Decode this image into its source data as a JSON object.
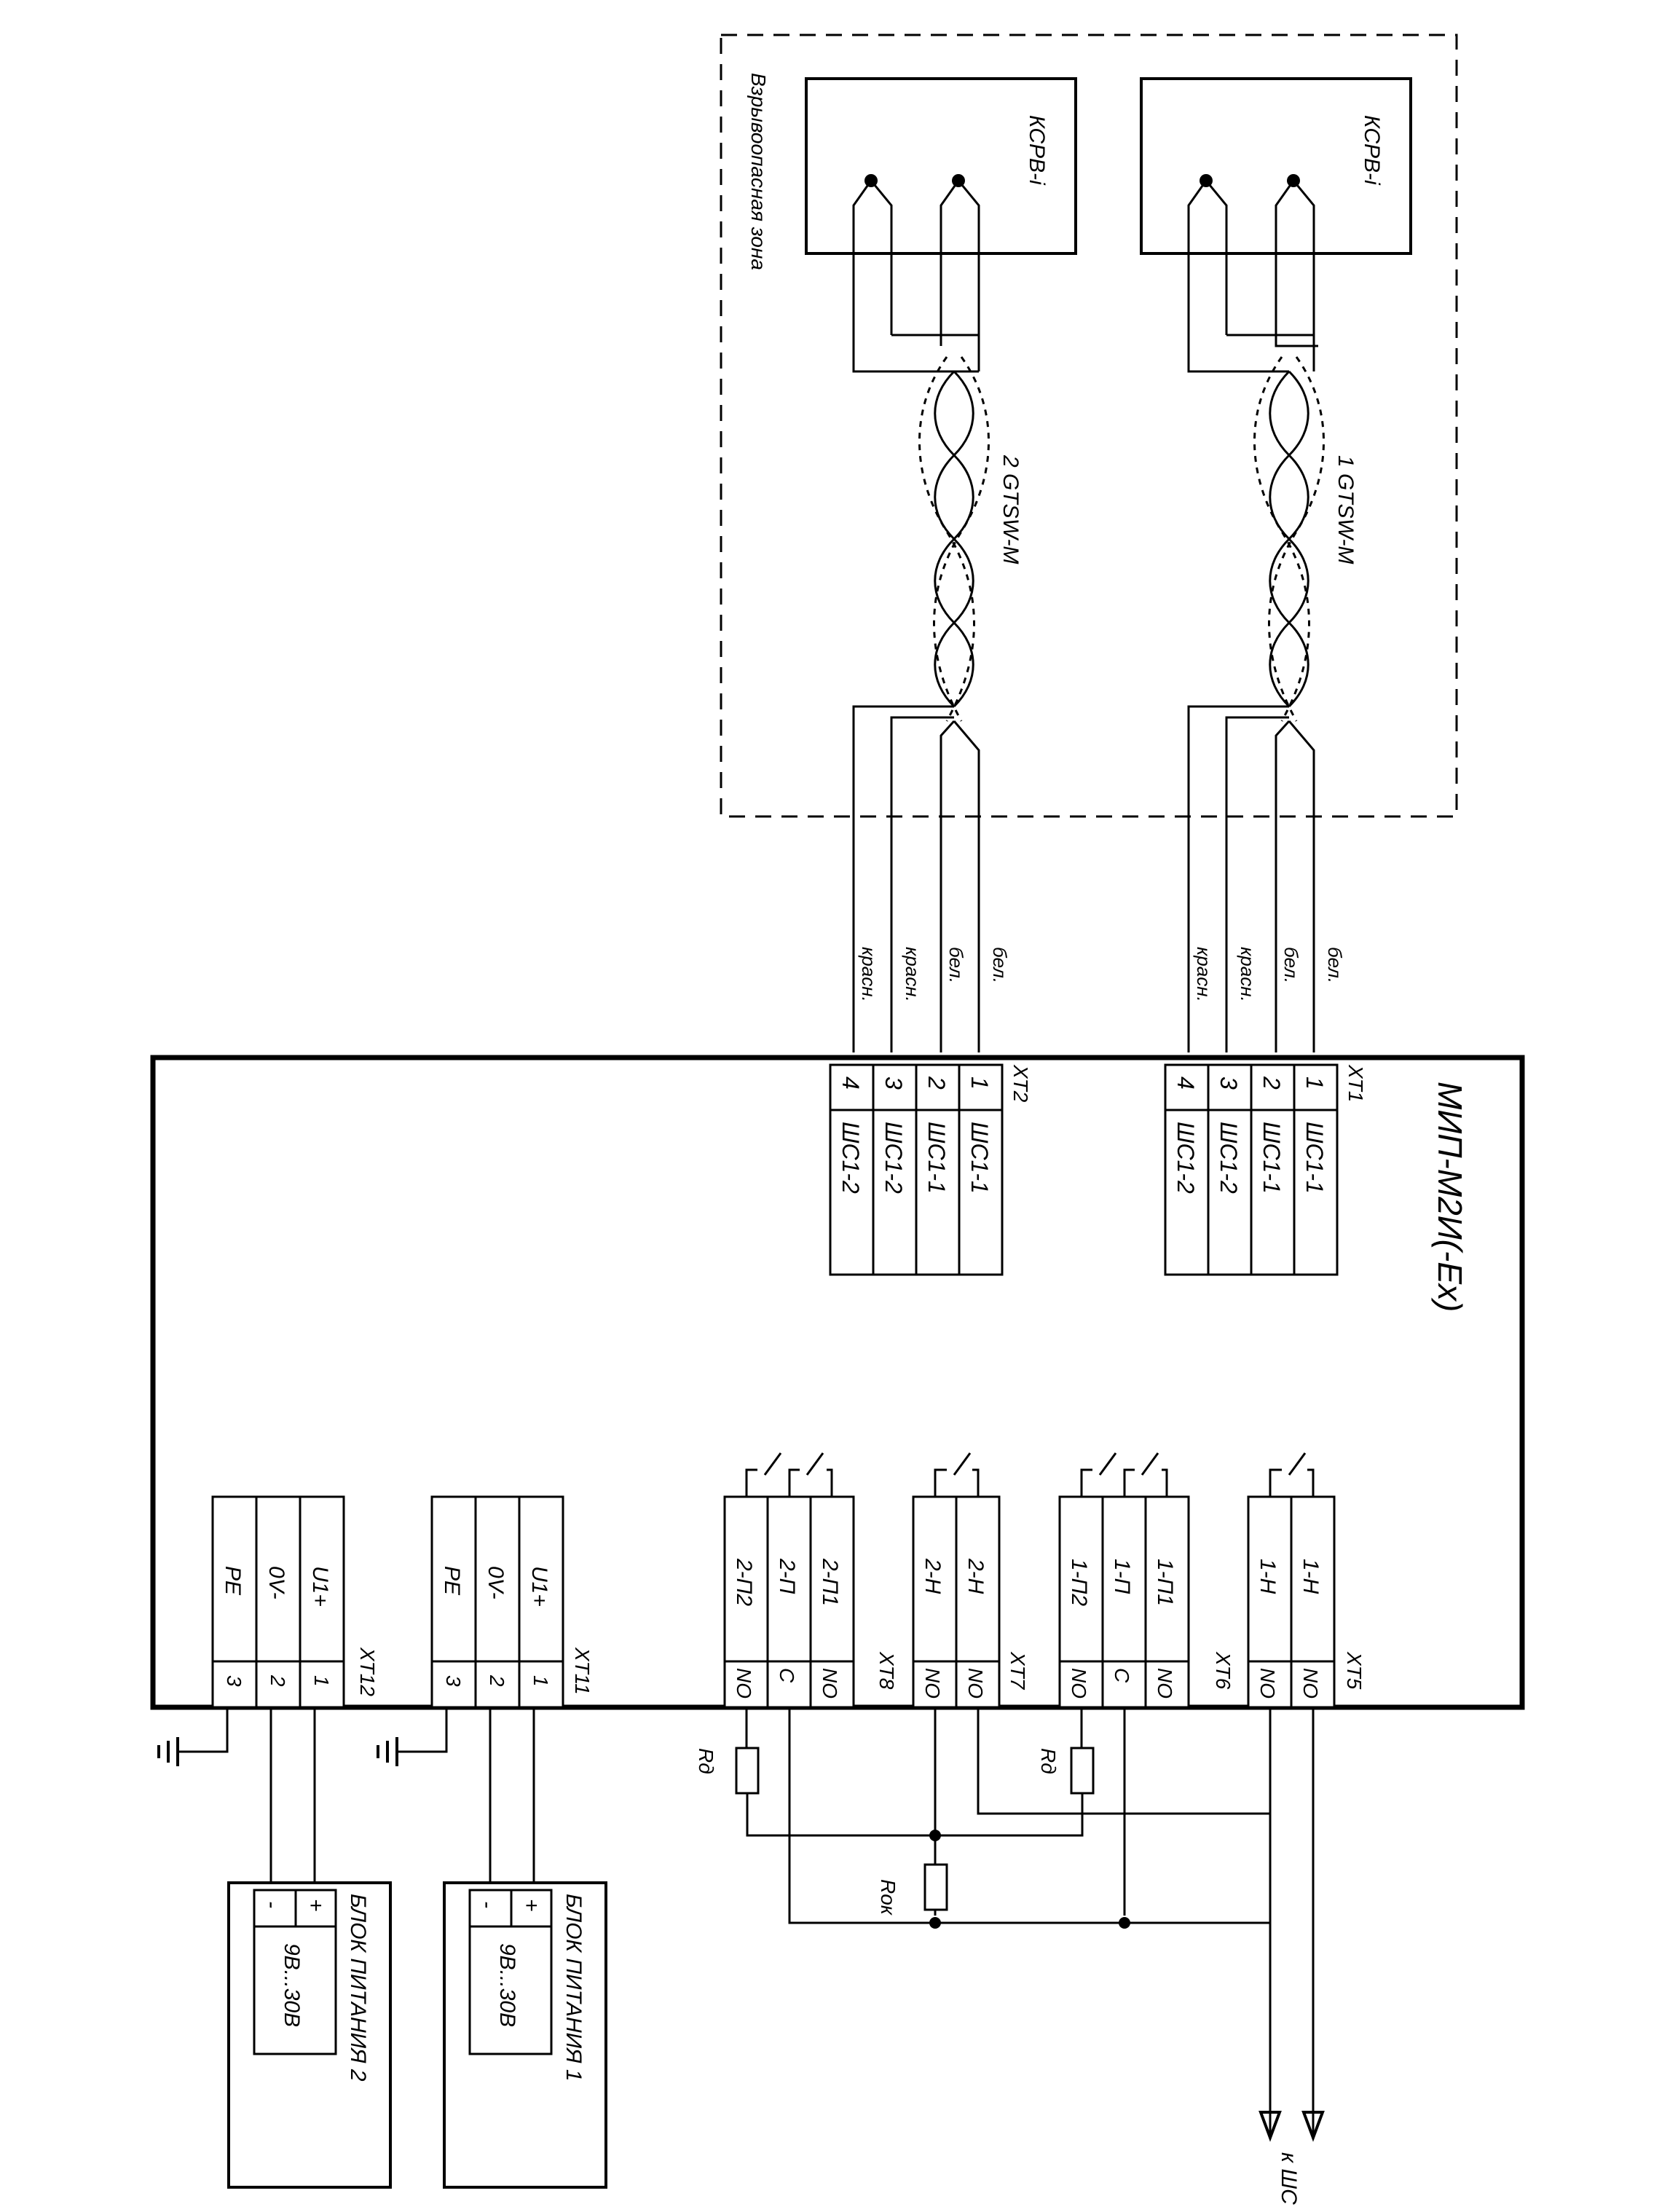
{
  "device": {
    "title": "МИП-М2И(-Ex)"
  },
  "hazard_zone": {
    "label": "Взрывоопасная зона"
  },
  "sensors": [
    {
      "id": "s1",
      "label": "КСРВ-i"
    },
    {
      "id": "s2",
      "label": "КСРВ-i"
    }
  ],
  "cables": [
    {
      "label": "1 GTSW-M"
    },
    {
      "label": "2 GTSW-M"
    }
  ],
  "wire_colors": {
    "xt1": [
      "бел.",
      "бел.",
      "красн.",
      "красн."
    ],
    "xt2": [
      "бел.",
      "бел.",
      "красн.",
      "красн."
    ]
  },
  "input_terminals": [
    {
      "block": "XT1",
      "pins": [
        "1",
        "2",
        "3",
        "4"
      ],
      "signals": [
        "ШС1-1",
        "ШС1-1",
        "ШС1-2",
        "ШС1-2"
      ]
    },
    {
      "block": "XT2",
      "pins": [
        "1",
        "2",
        "3",
        "4"
      ],
      "signals": [
        "ШС1-1",
        "ШС1-1",
        "ШС1-2",
        "ШС1-2"
      ]
    }
  ],
  "relay_terminals": [
    {
      "block": "XT5",
      "pins": [
        "NO",
        "NO"
      ],
      "signals": [
        "1-Н",
        "1-Н"
      ]
    },
    {
      "block": "XT6",
      "pins": [
        "NO",
        "C",
        "NO"
      ],
      "signals": [
        "1-П1",
        "1-П",
        "1-П2"
      ]
    },
    {
      "block": "XT7",
      "pins": [
        "NO",
        "NO"
      ],
      "signals": [
        "2-Н",
        "2-Н"
      ]
    },
    {
      "block": "XT8",
      "pins": [
        "NO",
        "C",
        "NO"
      ],
      "signals": [
        "2-П1",
        "2-П",
        "2-П2"
      ]
    }
  ],
  "power_terminals": [
    {
      "block": "XT11",
      "pins": [
        "1",
        "2",
        "3"
      ],
      "signals": [
        "U1+",
        "0V-",
        "PE"
      ]
    },
    {
      "block": "XT12",
      "pins": [
        "1",
        "2",
        "3"
      ],
      "signals": [
        "U1+",
        "0V-",
        "PE"
      ]
    }
  ],
  "resistors": {
    "rd1": "Rд",
    "rd2": "Rд",
    "rok": "Rок"
  },
  "loop_output": {
    "label": "к ШС"
  },
  "power_supplies": [
    {
      "title": "БЛОК ПИТАНИЯ 1",
      "range": "9В...30В",
      "plus": "+",
      "minus": "-"
    },
    {
      "title": "БЛОК ПИТАНИЯ 2",
      "range": "9В...30В",
      "plus": "+",
      "minus": "-"
    }
  ]
}
